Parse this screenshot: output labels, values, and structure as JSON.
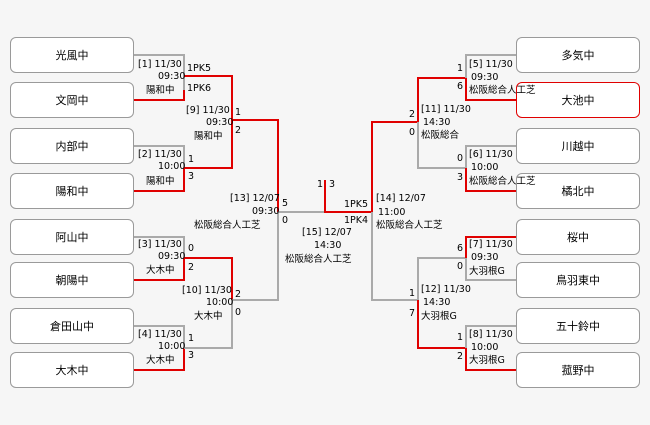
{
  "teams_left": [
    "光風中",
    "文岡中",
    "内部中",
    "陽和中",
    "阿山中",
    "朝陽中",
    "倉田山中",
    "大木中"
  ],
  "teams_right": [
    "多気中",
    "大池中",
    "川越中",
    "橘北中",
    "桜中",
    "鳥羽東中",
    "五十鈴中",
    "菰野中"
  ],
  "left_r1": [
    {
      "id": "[1] 11/30",
      "time": "09:30",
      "winner": "陽和中",
      "score_top": "1PK5",
      "score_bot": "1PK6"
    },
    {
      "id": "[2] 11/30",
      "time": "10:00",
      "winner": "陽和中",
      "score_top": "1",
      "score_bot": "3"
    },
    {
      "id": "[3] 11/30",
      "time": "09:30",
      "winner": "大木中",
      "score_top": "0",
      "score_bot": "2"
    },
    {
      "id": "[4] 11/30",
      "time": "10:00",
      "winner": "大木中",
      "score_top": "1",
      "score_bot": "3"
    }
  ],
  "left_r2": [
    {
      "id": "[9] 11/30",
      "time": "09:30",
      "winner": "陽和中",
      "score_top": "1",
      "score_bot": "2"
    },
    {
      "id": "[10] 11/30",
      "time": "10:00",
      "winner": "大木中",
      "score_top": "2",
      "score_bot": "0"
    }
  ],
  "right_r1": [
    {
      "id": "[5] 11/30",
      "time": "09:30",
      "venue": "松阪総合人工芝",
      "score_top": "1",
      "score_bot": "6"
    },
    {
      "id": "[6] 11/30",
      "time": "10:00",
      "venue": "松阪総合人工芝",
      "score_top": "0",
      "score_bot": "3"
    },
    {
      "id": "[7] 11/30",
      "time": "09:30",
      "venue": "大羽根G",
      "score_top": "6",
      "score_bot": "0"
    },
    {
      "id": "[8] 11/30",
      "time": "10:00",
      "venue": "大羽根G",
      "score_top": "1",
      "score_bot": "2"
    }
  ],
  "right_r2": [
    {
      "id": "[11] 11/30",
      "time": "14:30",
      "venue": "松阪総合",
      "score_top": "2",
      "score_bot": "0"
    },
    {
      "id": "[12] 11/30",
      "time": "14:30",
      "venue": "大羽根G",
      "score_top": "1",
      "score_bot": "7"
    }
  ],
  "semi_left": {
    "id": "[13] 12/07",
    "time": "09:30",
    "venue": "松阪総合人工芝",
    "score_top": "5",
    "score_bot": "0"
  },
  "semi_right": {
    "id": "[14] 12/07",
    "time": "11:00",
    "venue": "松阪総合人工芝",
    "score_top": "1PK5",
    "score_bot": "1PK4"
  },
  "final": {
    "id": "[15] 12/07",
    "time": "14:30",
    "venue": "松阪総合人工芝",
    "score_left": "1",
    "score_right": "3"
  },
  "colors": {
    "win": "#e00000",
    "lose": "#aaaaaa",
    "highlight_border": "#e00000"
  }
}
